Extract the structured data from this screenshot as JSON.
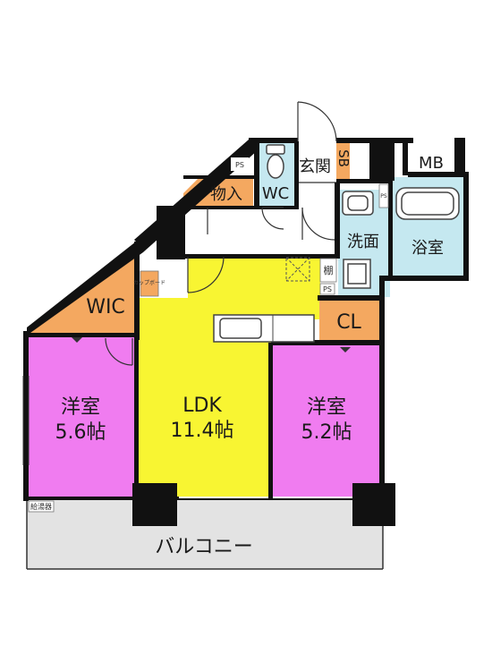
{
  "colors": {
    "ldk": "#f8f532",
    "western_room": "#f07cf0",
    "wic": "#f4a860",
    "closet": "#f4a860",
    "storage": "#f4a860",
    "water": "#c5e8f0",
    "balcony": "#e3e3e3",
    "hall": "#ffffff",
    "wall": "#111111"
  },
  "rooms": {
    "ldk": {
      "name": "LDK",
      "size": "11.4帖"
    },
    "western_left": {
      "name": "洋室",
      "size": "5.6帖"
    },
    "western_right": {
      "name": "洋室",
      "size": "5.2帖"
    },
    "wic": {
      "name": "WIC"
    },
    "closet": {
      "name": "CL"
    },
    "storage": {
      "name": "物入"
    },
    "toilet": {
      "name": "WC"
    },
    "entrance": {
      "name": "玄関"
    },
    "shoe_box": {
      "name": "SB"
    },
    "meter_box": {
      "name": "MB"
    },
    "washroom": {
      "name": "洗面"
    },
    "bathroom": {
      "name": "浴室"
    },
    "shelf": {
      "name": "棚"
    },
    "balcony": {
      "name": "バルコニー"
    },
    "cupboard": {
      "name": "カップボード"
    },
    "water_heater": {
      "name": "給湯器"
    },
    "pipe_space_top": {
      "name": "PS"
    },
    "pipe_space_wash": {
      "name": "PS"
    },
    "pipe_space_kitchen": {
      "name": "PS"
    }
  }
}
